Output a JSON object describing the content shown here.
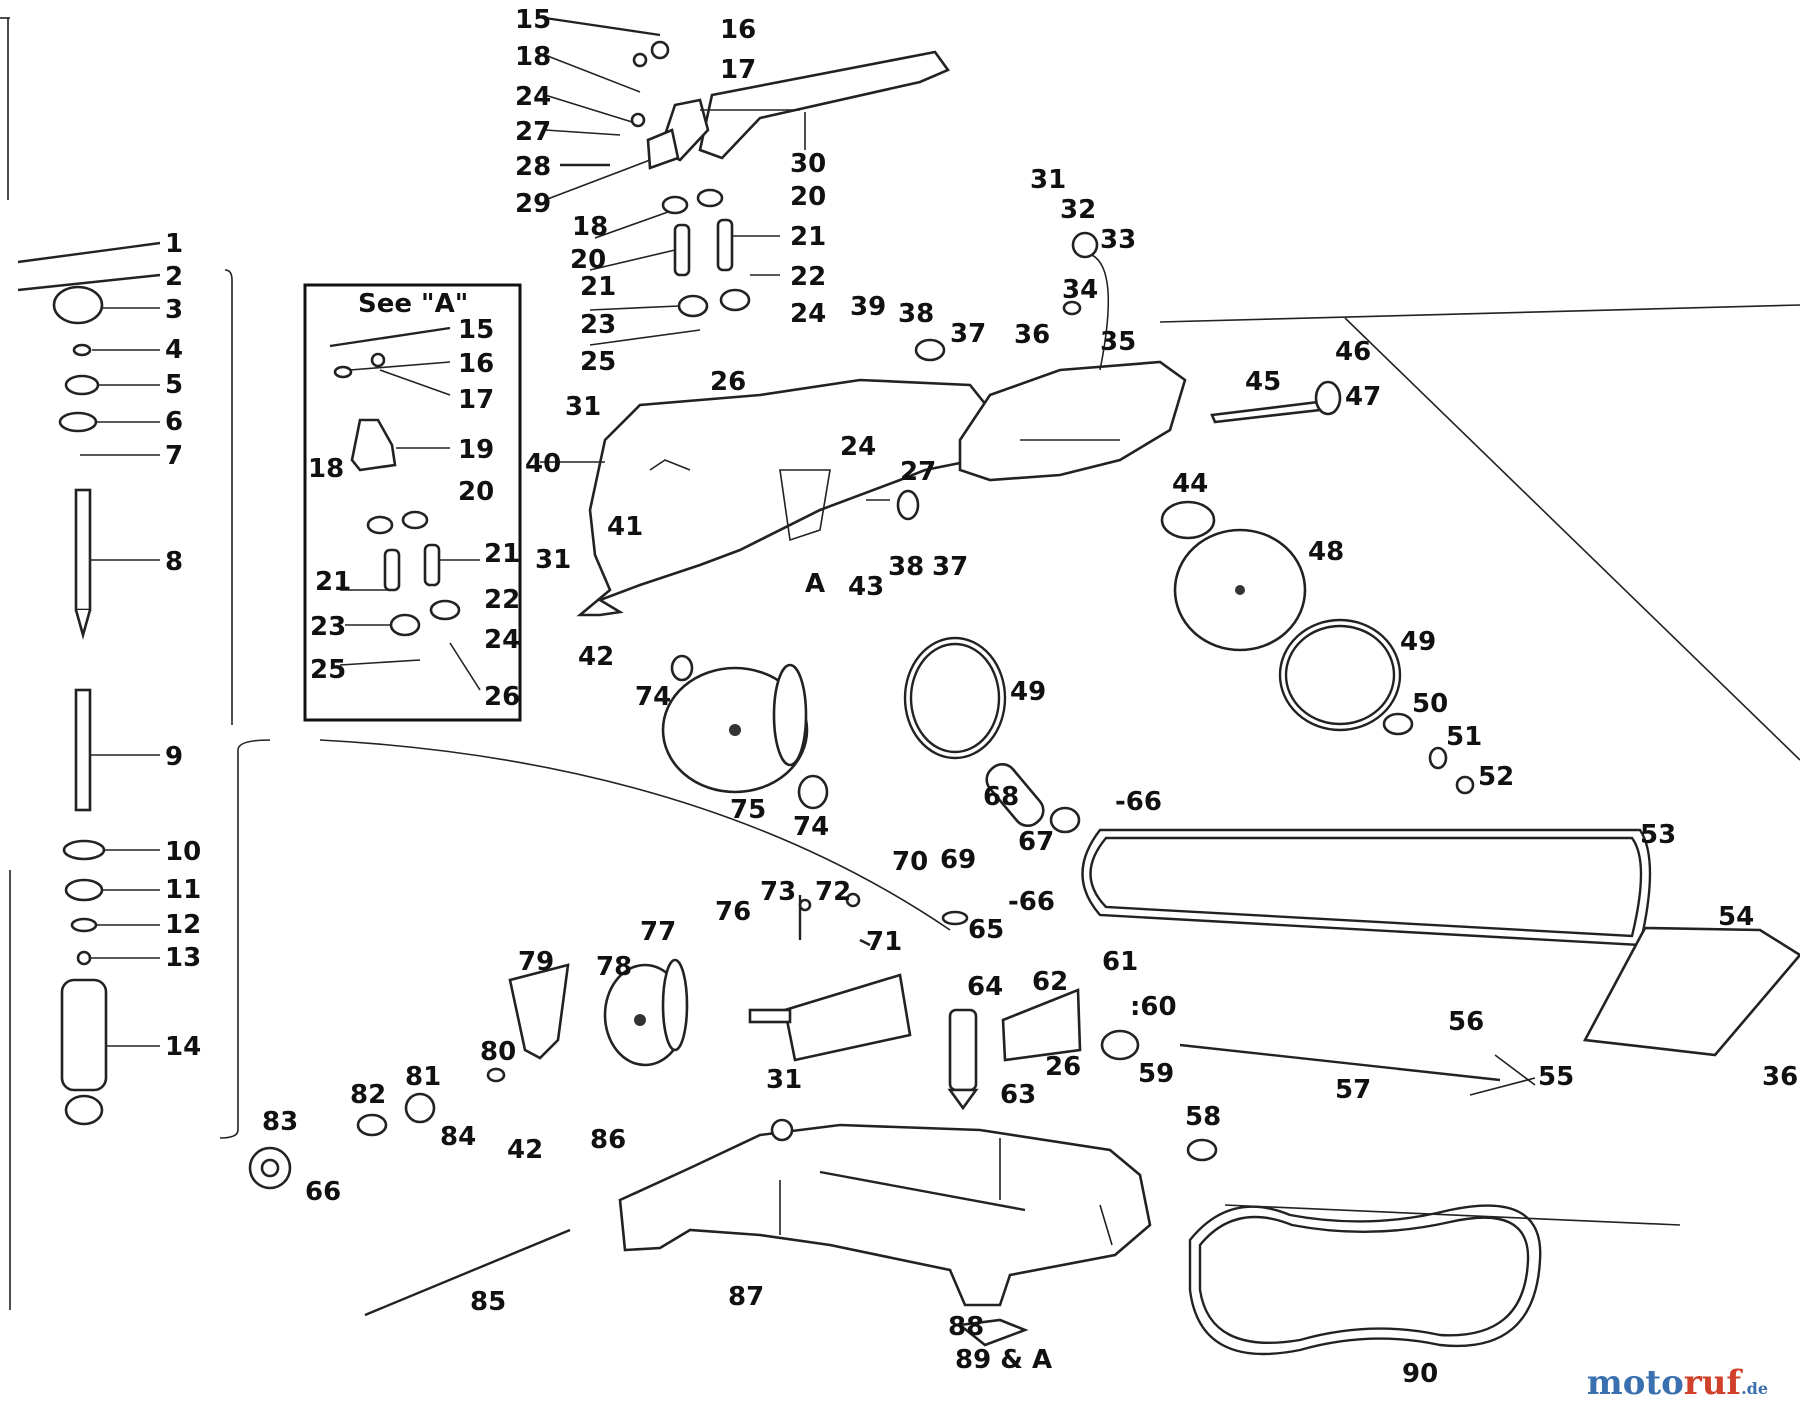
{
  "diagram": {
    "inset_title": "See \"A\"",
    "marker_a": "A",
    "labels": [
      {
        "id": "l1",
        "text": "1"
      },
      {
        "id": "l2",
        "text": "2"
      },
      {
        "id": "l3",
        "text": "3"
      },
      {
        "id": "l4",
        "text": "4"
      },
      {
        "id": "l5",
        "text": "5"
      },
      {
        "id": "l6",
        "text": "6"
      },
      {
        "id": "l7",
        "text": "7"
      },
      {
        "id": "l8",
        "text": "8"
      },
      {
        "id": "l9",
        "text": "9"
      },
      {
        "id": "l10",
        "text": "10"
      },
      {
        "id": "l11",
        "text": "11"
      },
      {
        "id": "l12",
        "text": "12"
      },
      {
        "id": "l13",
        "text": "13"
      },
      {
        "id": "l14",
        "text": "14"
      },
      {
        "id": "t15",
        "text": "15"
      },
      {
        "id": "t16",
        "text": "16"
      },
      {
        "id": "t17",
        "text": "17"
      },
      {
        "id": "t18a",
        "text": "18"
      },
      {
        "id": "t24a",
        "text": "24"
      },
      {
        "id": "t27a",
        "text": "27"
      },
      {
        "id": "t28",
        "text": "28"
      },
      {
        "id": "t29",
        "text": "29"
      },
      {
        "id": "t30",
        "text": "30"
      },
      {
        "id": "t18b",
        "text": "18"
      },
      {
        "id": "t20a",
        "text": "20"
      },
      {
        "id": "t20b",
        "text": "20"
      },
      {
        "id": "t21a",
        "text": "21"
      },
      {
        "id": "t21b",
        "text": "21"
      },
      {
        "id": "t22",
        "text": "22"
      },
      {
        "id": "t23",
        "text": "23"
      },
      {
        "id": "t24b",
        "text": "24"
      },
      {
        "id": "t25",
        "text": "25"
      },
      {
        "id": "t26",
        "text": "26"
      },
      {
        "id": "i15",
        "text": "15"
      },
      {
        "id": "i16",
        "text": "16"
      },
      {
        "id": "i17",
        "text": "17"
      },
      {
        "id": "i18",
        "text": "18"
      },
      {
        "id": "i19",
        "text": "19"
      },
      {
        "id": "i20",
        "text": "20"
      },
      {
        "id": "i21a",
        "text": "21"
      },
      {
        "id": "i21b",
        "text": "21"
      },
      {
        "id": "i22",
        "text": "22"
      },
      {
        "id": "i23",
        "text": "23"
      },
      {
        "id": "i24",
        "text": "24"
      },
      {
        "id": "i25",
        "text": "25"
      },
      {
        "id": "i26",
        "text": "26"
      },
      {
        "id": "m31a",
        "text": "31"
      },
      {
        "id": "m31b",
        "text": "31"
      },
      {
        "id": "m40",
        "text": "40"
      },
      {
        "id": "m41",
        "text": "41"
      },
      {
        "id": "m42a",
        "text": "42"
      },
      {
        "id": "m24",
        "text": "24"
      },
      {
        "id": "m27",
        "text": "27"
      },
      {
        "id": "m43",
        "text": "43"
      },
      {
        "id": "m38a",
        "text": "38"
      },
      {
        "id": "m37a",
        "text": "37"
      },
      {
        "id": "m39",
        "text": "39"
      },
      {
        "id": "m38b",
        "text": "38"
      },
      {
        "id": "m37b",
        "text": "37"
      },
      {
        "id": "m31c",
        "text": "31"
      },
      {
        "id": "m32",
        "text": "32"
      },
      {
        "id": "m33",
        "text": "33"
      },
      {
        "id": "m34",
        "text": "34"
      },
      {
        "id": "m36a",
        "text": "36"
      },
      {
        "id": "m35",
        "text": "35"
      },
      {
        "id": "m45",
        "text": "45"
      },
      {
        "id": "m46",
        "text": "46"
      },
      {
        "id": "m47",
        "text": "47"
      },
      {
        "id": "m44",
        "text": "44"
      },
      {
        "id": "m48",
        "text": "48"
      },
      {
        "id": "m49a",
        "text": "49"
      },
      {
        "id": "m49b",
        "text": "49"
      },
      {
        "id": "m50",
        "text": "50"
      },
      {
        "id": "m51",
        "text": "51"
      },
      {
        "id": "m52",
        "text": "52"
      },
      {
        "id": "m74a",
        "text": "74"
      },
      {
        "id": "m75",
        "text": "75"
      },
      {
        "id": "m74b",
        "text": "74"
      },
      {
        "id": "m68",
        "text": "68"
      },
      {
        "id": "m67",
        "text": "67"
      },
      {
        "id": "m66a",
        "text": "-66"
      },
      {
        "id": "m53",
        "text": "53"
      },
      {
        "id": "m70",
        "text": "70"
      },
      {
        "id": "m69",
        "text": "69"
      },
      {
        "id": "m66b",
        "text": "-66"
      },
      {
        "id": "m65",
        "text": "65"
      },
      {
        "id": "m73",
        "text": "73"
      },
      {
        "id": "m72",
        "text": "72"
      },
      {
        "id": "m71",
        "text": "71"
      },
      {
        "id": "m76",
        "text": "76"
      },
      {
        "id": "m77",
        "text": "77"
      },
      {
        "id": "m78",
        "text": "78"
      },
      {
        "id": "m79",
        "text": "79"
      },
      {
        "id": "m64",
        "text": "64"
      },
      {
        "id": "m62",
        "text": "62"
      },
      {
        "id": "m61",
        "text": "61"
      },
      {
        "id": "m60",
        "text": ":60"
      },
      {
        "id": "m26",
        "text": "26"
      },
      {
        "id": "m59",
        "text": "59"
      },
      {
        "id": "m63",
        "text": "63"
      },
      {
        "id": "m54",
        "text": "54"
      },
      {
        "id": "m56",
        "text": "56"
      },
      {
        "id": "m57",
        "text": "57"
      },
      {
        "id": "m55",
        "text": "55"
      },
      {
        "id": "m36b",
        "text": "36"
      },
      {
        "id": "m80",
        "text": "80"
      },
      {
        "id": "m81",
        "text": "81"
      },
      {
        "id": "m82",
        "text": "82"
      },
      {
        "id": "m83",
        "text": "83"
      },
      {
        "id": "m84",
        "text": "84"
      },
      {
        "id": "m42b",
        "text": "42"
      },
      {
        "id": "m86",
        "text": "86"
      },
      {
        "id": "m31d",
        "text": "31"
      },
      {
        "id": "m66c",
        "text": "66"
      },
      {
        "id": "m58",
        "text": "58"
      },
      {
        "id": "m85",
        "text": "85"
      },
      {
        "id": "m87",
        "text": "87"
      },
      {
        "id": "m88",
        "text": "88"
      },
      {
        "id": "m89",
        "text": "89 & A"
      },
      {
        "id": "m90",
        "text": "90"
      }
    ]
  },
  "watermark": {
    "part1": "moto",
    "part2": "ruf",
    "part3": ".de"
  }
}
